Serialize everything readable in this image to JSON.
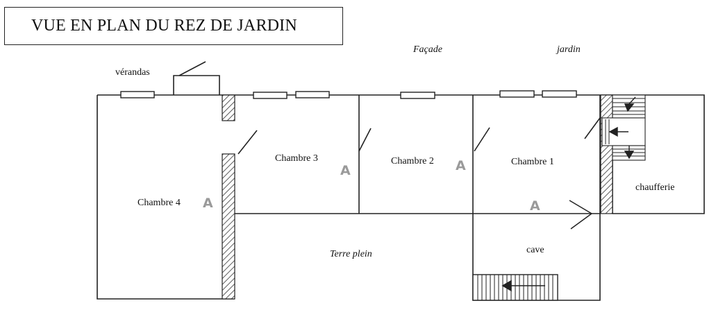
{
  "title": "VUE EN PLAN DU REZ DE JARDIN",
  "labels": {
    "facade": "Façade",
    "jardin": "jardin",
    "verandas": "vérandas",
    "chambre4": "Chambre 4",
    "chambre3": "Chambre 3",
    "chambre2": "Chambre 2",
    "chambre1": "Chambre 1",
    "chaufferie": "chaufferie",
    "cave": "cave",
    "terre_plein": "Terre plein"
  },
  "marks": {
    "a": "A"
  },
  "colors": {
    "line": "#222222",
    "mark": "#9a9a9a",
    "background": "#ffffff"
  }
}
